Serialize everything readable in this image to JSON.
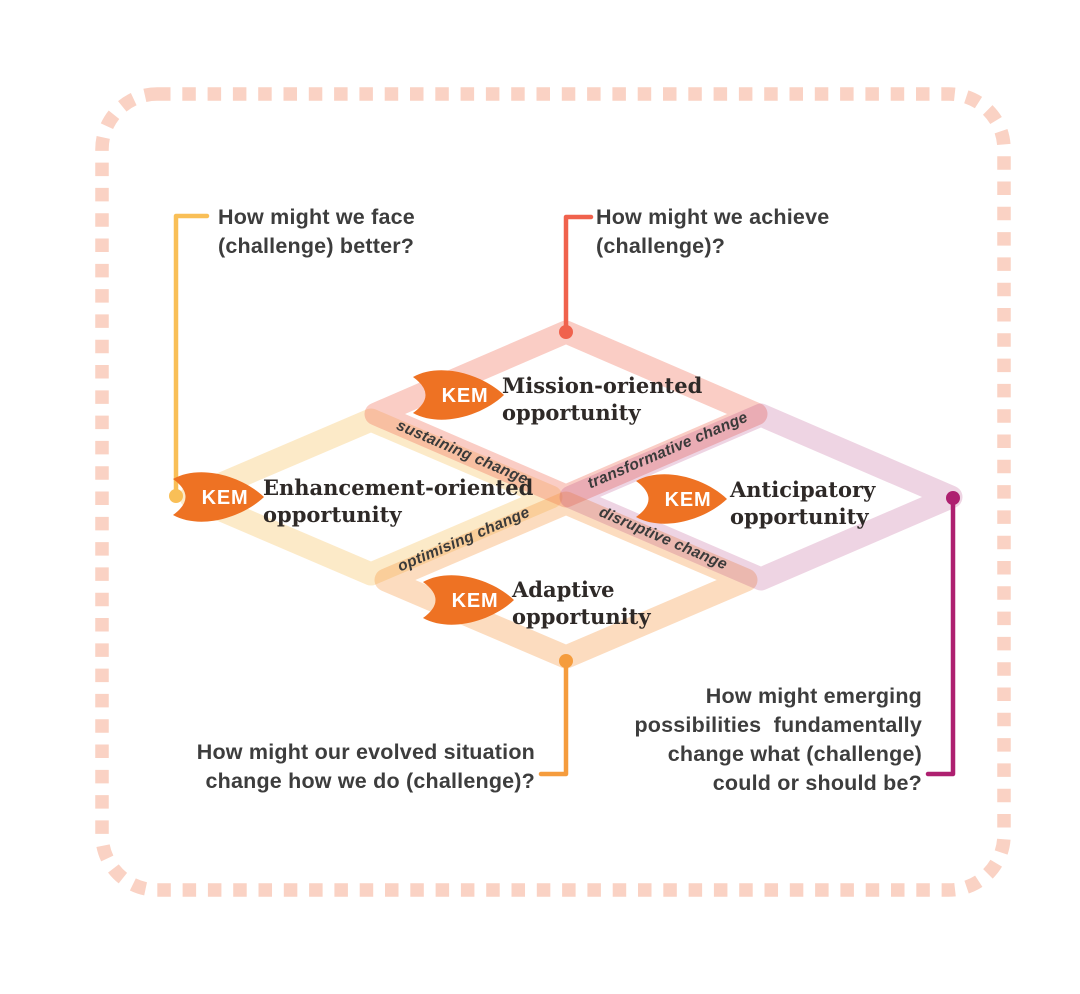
{
  "colors": {
    "frame_dash": "#fad2c4",
    "question_text": "#3d3d3d",
    "label_text": "#2e2927",
    "band_text": "#3a3a3a",
    "badge_fill": "#ee7223",
    "badge_text": "#ffffff",
    "line_yellow": "#f9bf57",
    "line_red": "#f0624d",
    "line_orange": "#f59c3d",
    "line_magenta": "#ae2070",
    "ring_yellow": "rgba(246,184,74,0.30)",
    "ring_red": "rgba(240,108,86,0.34)",
    "ring_orange": "rgba(245,148,60,0.33)",
    "ring_purple": "rgba(170,40,115,0.20)"
  },
  "questions": {
    "top_left": {
      "line1": "How might we face",
      "line2": "(challenge) better?"
    },
    "top_center": {
      "line1": "How might we achieve",
      "line2": "(challenge)?"
    },
    "bottom_left": {
      "line1": "How might our evolved situation",
      "line2": "change how we do (challenge)?"
    },
    "bottom_right": {
      "line1": "How might emerging",
      "line2": "possibilities  fundamentally",
      "line3": "change what (challenge)",
      "line4": "could or should be?"
    }
  },
  "opportunities": {
    "mission": {
      "badge": "KEM",
      "line1": "Mission-oriented",
      "line2": "opportunity"
    },
    "enhancement": {
      "badge": "KEM",
      "line1": "Enhancement-oriented",
      "line2": "opportunity"
    },
    "anticipatory": {
      "badge": "KEM",
      "line1": "Anticipatory",
      "line2": "opportunity"
    },
    "adaptive": {
      "badge": "KEM",
      "line1": "Adaptive",
      "line2": "opportunity"
    }
  },
  "change_bands": {
    "sustaining": "sustaining change",
    "transformative": "transformative change",
    "optimising": "optimising change",
    "disruptive": "disruptive change"
  }
}
